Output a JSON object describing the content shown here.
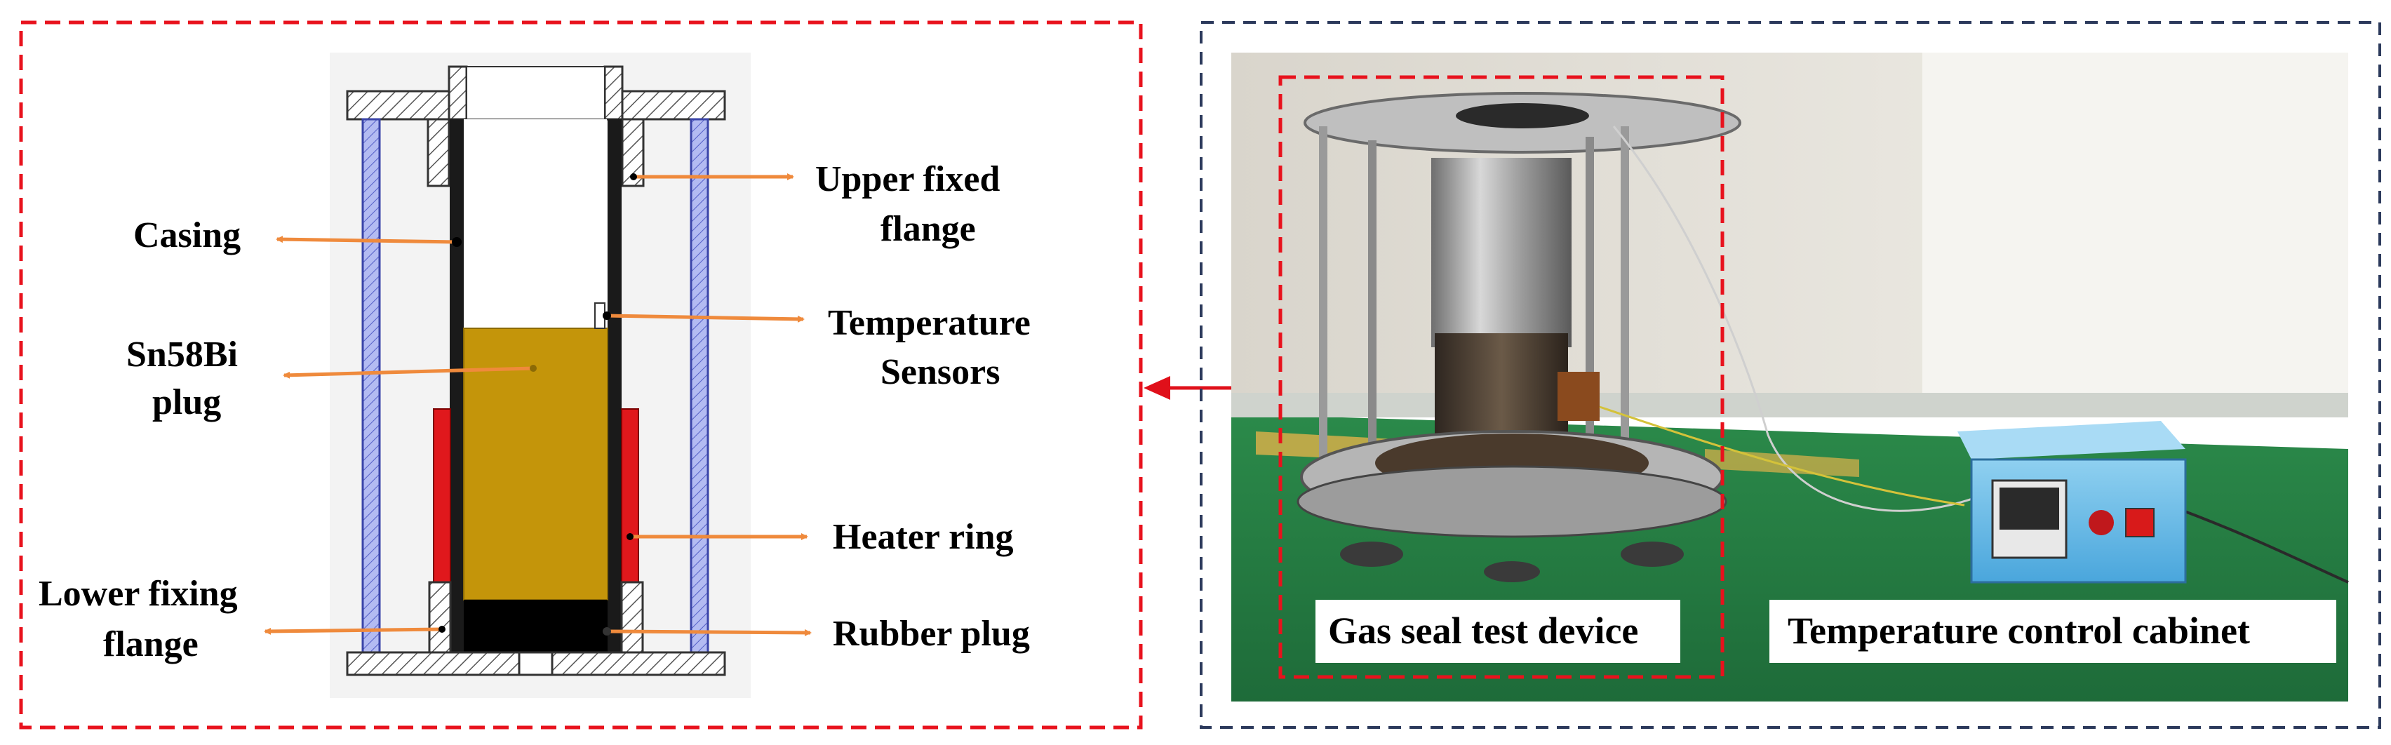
{
  "colors": {
    "red_border": "#e8121d",
    "navy_border": "#2c3a5c",
    "orange_arrow": "#ef8a3c",
    "red_arrow": "#e0101a",
    "plug": "#c4950a",
    "heater": "#e0181c",
    "rod": "#9aa4e8"
  },
  "diagram": {
    "labels": {
      "casing": "Casing",
      "sn58bi_line1": "Sn58Bi",
      "sn58bi_line2": "plug",
      "lower_flange_line1": "Lower fixing",
      "lower_flange_line2": "flange",
      "upper_flange_line1": "Upper fixed",
      "upper_flange_line2": "flange",
      "temp_sensor_line1": "Temperature",
      "temp_sensor_line2": "Sensors",
      "heater_ring": "Heater ring",
      "rubber_plug": "Rubber plug"
    }
  },
  "photo": {
    "labels": {
      "gas_seal_device": "Gas seal test device",
      "temp_control_cabinet": "Temperature control cabinet"
    }
  }
}
